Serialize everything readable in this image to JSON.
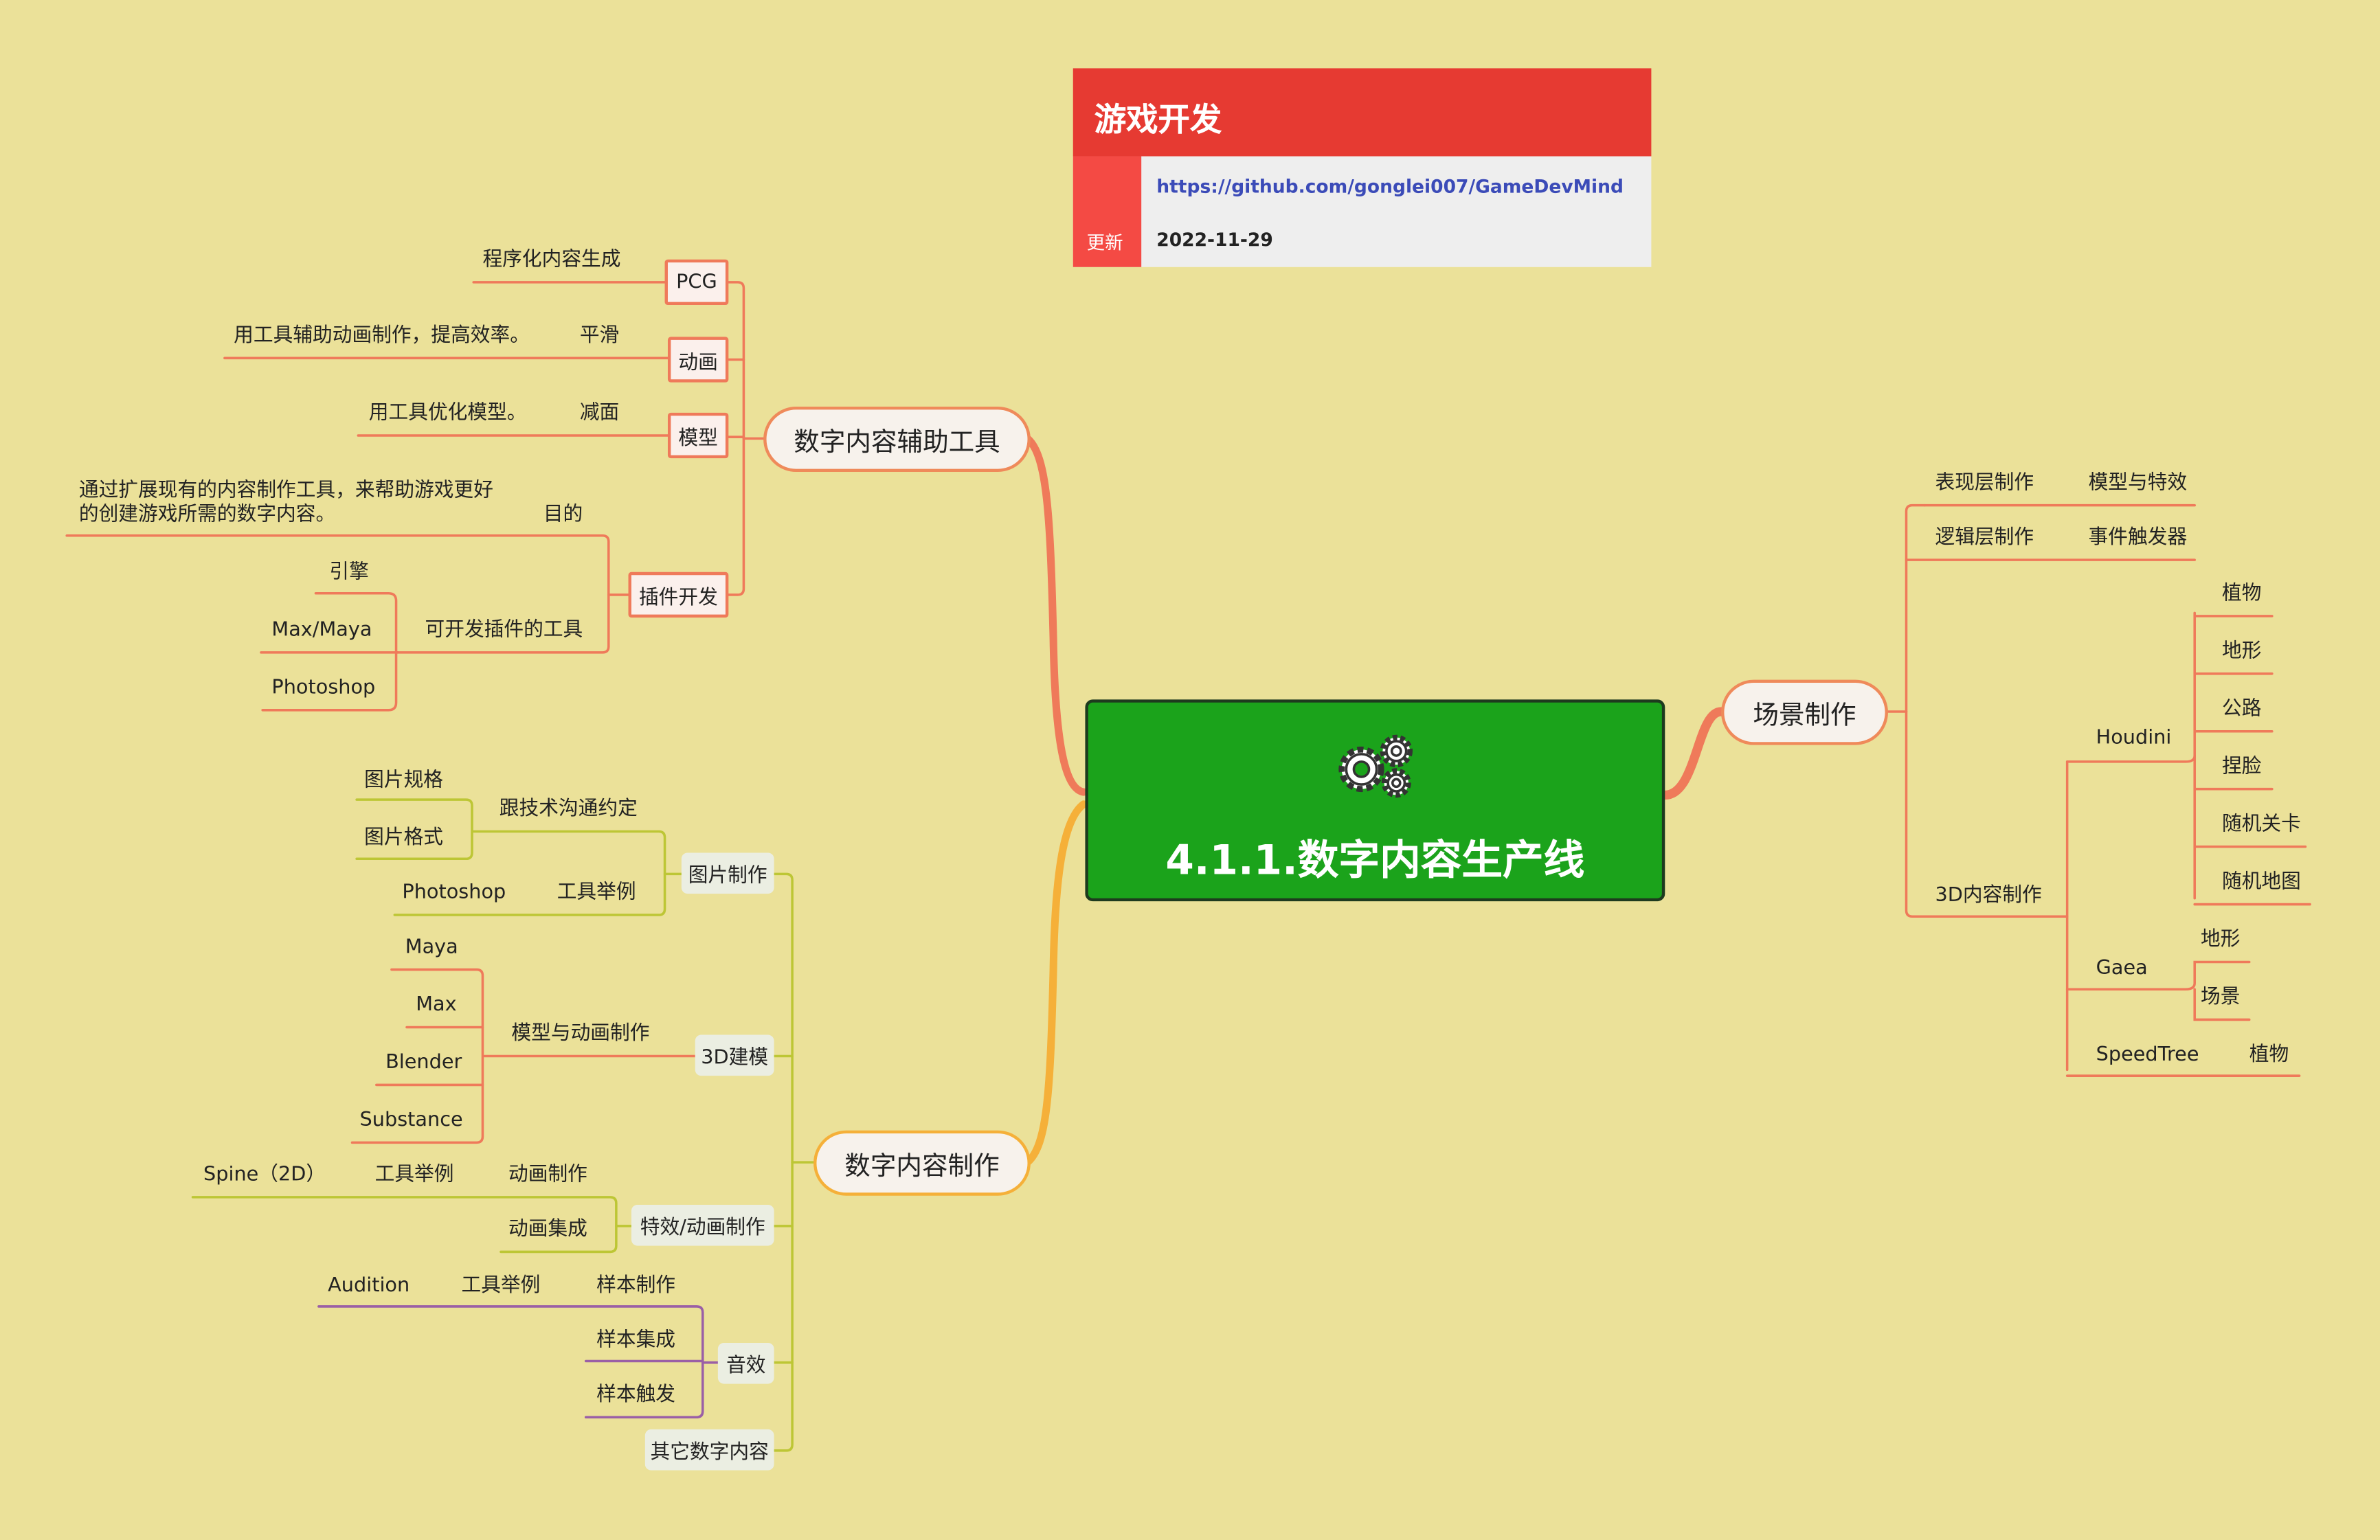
{
  "info_card": {
    "title": "游戏开发",
    "url": "https://github.com/gonglei007/GameDevMind",
    "update_label": "更新",
    "update_date": "2022-11-29"
  },
  "central": {
    "title": "4.1.1.数字内容生产线",
    "icon": "gears-icon"
  },
  "tools_branch": {
    "label": "数字内容辅助工具",
    "pcg": {
      "label": "PCG",
      "desc": "程序化内容生成"
    },
    "animation": {
      "label": "动画",
      "sub": "平滑",
      "desc": "用工具辅助动画制作，提高效率。"
    },
    "model": {
      "label": "模型",
      "sub": "减面",
      "desc": "用工具优化模型。"
    },
    "plugin": {
      "label": "插件开发",
      "purpose_label": "目的",
      "purpose_desc_line1": "通过扩展现有的内容制作工具，来帮助游戏更好",
      "purpose_desc_line2": "的创建游戏所需的数字内容。",
      "tools_label": "可开发插件的工具",
      "tools": [
        "引擎",
        "Max/Maya",
        "Photoshop"
      ]
    }
  },
  "production_branch": {
    "label": "数字内容制作",
    "image": {
      "label": "图片制作",
      "agreement": "跟技术沟通约定",
      "agreement_items": [
        "图片规格",
        "图片格式"
      ],
      "tool_example": "工具举例",
      "tool": "Photoshop"
    },
    "modeling": {
      "label": "3D建模",
      "sub": "模型与动画制作",
      "tools": [
        "Maya",
        "Max",
        "Blender",
        "Substance"
      ]
    },
    "effects": {
      "label": "特效/动画制作",
      "anim_make": "动画制作",
      "tool_example": "工具举例",
      "tool": "Spine（2D）",
      "anim_integrate": "动画集成"
    },
    "audio": {
      "label": "音效",
      "sample_make": "样本制作",
      "tool_example": "工具举例",
      "tool": "Audition",
      "sample_integrate": "样本集成",
      "sample_trigger": "样本触发"
    },
    "other": {
      "label": "其它数字内容"
    }
  },
  "scene_branch": {
    "label": "场景制作",
    "presentation": {
      "label": "表现层制作",
      "sub": "模型与特效"
    },
    "logic": {
      "label": "逻辑层制作",
      "sub": "事件触发器"
    },
    "content3d": {
      "label": "3D内容制作",
      "houdini": {
        "label": "Houdini",
        "items": [
          "植物",
          "地形",
          "公路",
          "捏脸",
          "随机关卡",
          "随机地图"
        ]
      },
      "gaea": {
        "label": "Gaea",
        "items": [
          "地形",
          "场景"
        ]
      },
      "speedtree": {
        "label": "SpeedTree",
        "sub": "植物"
      }
    }
  }
}
